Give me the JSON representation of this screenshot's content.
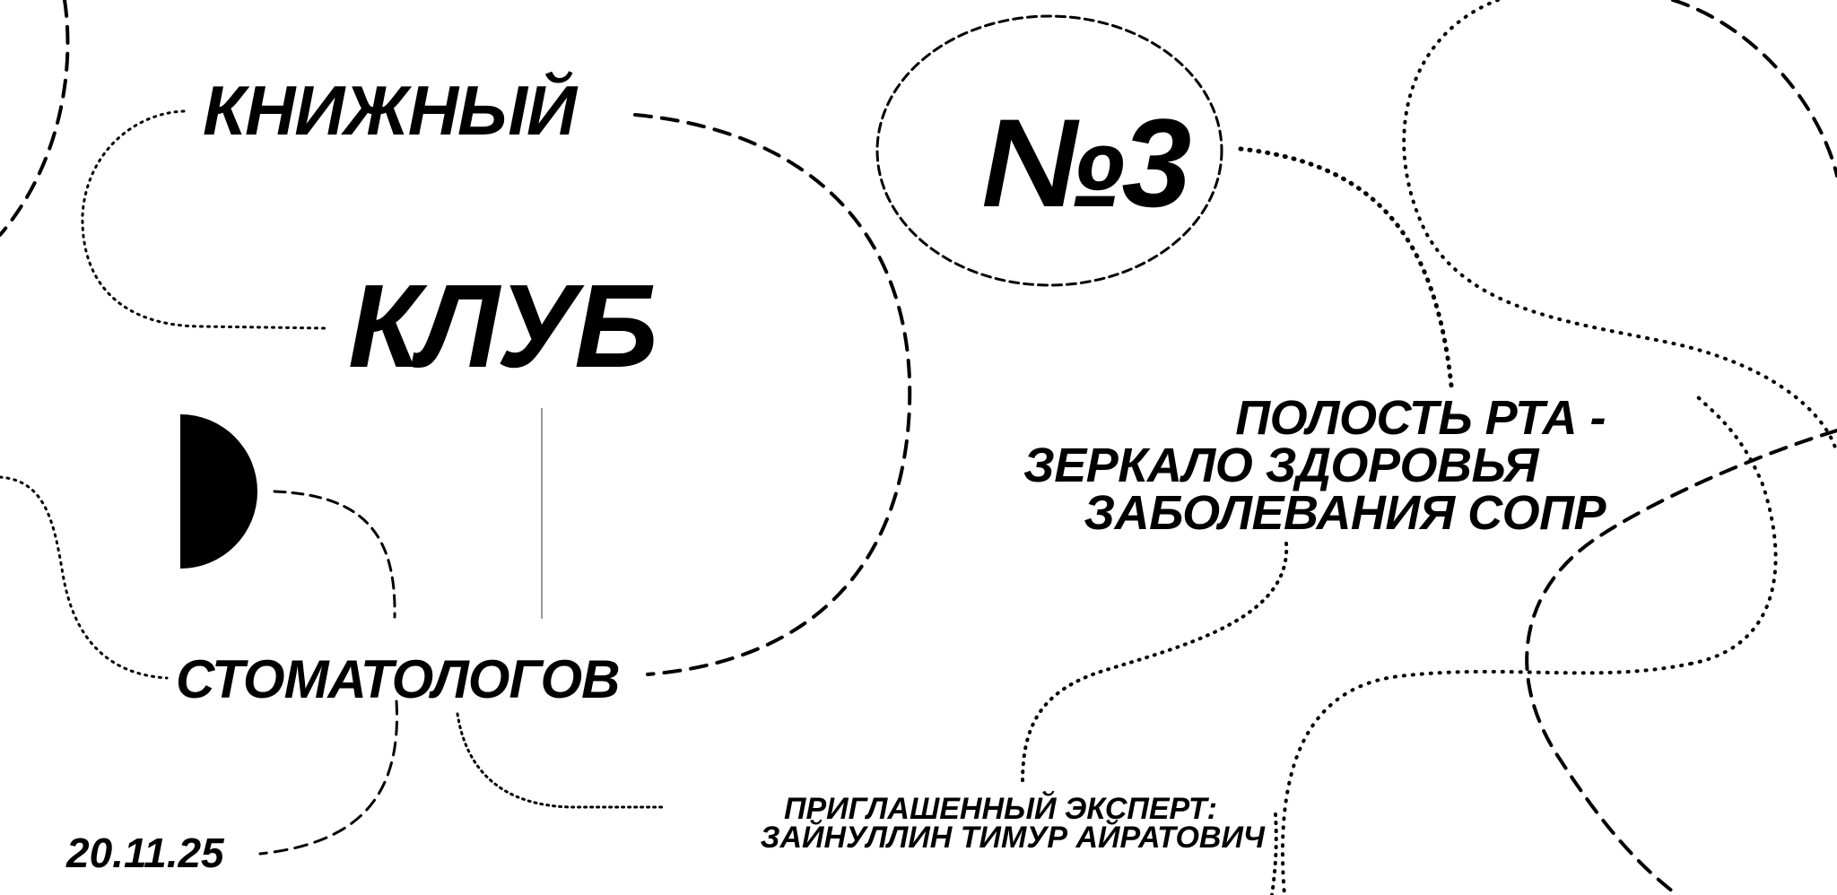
{
  "poster": {
    "title_line_1": "КНИЖНЫЙ",
    "title_line_2": "КЛУБ",
    "title_line_3": "СТОМАТОЛОГОВ",
    "issue_number": "№3",
    "topic_lines": [
      "ПОЛОСТЬ РТА -",
      "ЗЕРКАЛО ЗДОРОВЬЯ",
      "ЗАБОЛЕВАНИЯ СОПР"
    ],
    "expert_label": "ПРИГЛАШЕННЫЙ ЭКСПЕРТ:",
    "expert_name": "ЗАЙНУЛЛИН ТИМУР АЙРАТОВИЧ",
    "date": "20.11.25"
  },
  "colors": {
    "background": "#ffffff",
    "ink": "#000000",
    "divider": "#9a9a9a"
  },
  "icons": [
    "half-circle-logo-icon"
  ]
}
